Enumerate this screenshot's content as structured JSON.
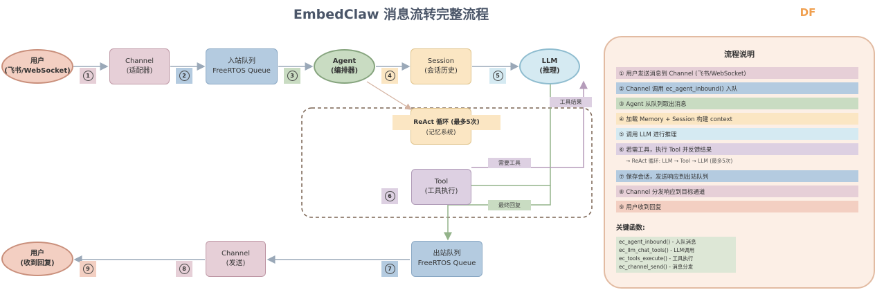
{
  "title": "EmbedClaw 消息流转完整流程",
  "logo": "DF",
  "nodes": {
    "user_in": [
      "用户",
      "(飞书/WebSocket)"
    ],
    "channel_in": [
      "Channel",
      "(适配器)"
    ],
    "inbound_queue": [
      "入站队列",
      "FreeRTOS Queue"
    ],
    "agent": [
      "Agent",
      "(编排器)"
    ],
    "session": [
      "Session",
      "(会话历史)"
    ],
    "llm": [
      "LLM",
      "(推理)"
    ],
    "tool": [
      "Tool",
      "(工具执行)"
    ],
    "outbound_queue": [
      "出站队列",
      "FreeRTOS Queue"
    ],
    "channel_out": [
      "Channel",
      "(发送)"
    ],
    "user_out": [
      "用户",
      "(收到回复)"
    ]
  },
  "react_box": [
    "ReAct 循环 (最多5次)",
    "(记忆系统)"
  ],
  "badges": [
    "1",
    "2",
    "3",
    "4",
    "5",
    "6",
    "7",
    "8",
    "9"
  ],
  "edge_labels": {
    "tool_result": "工具结果",
    "need_tool": "需要工具",
    "final_reply": "最终回复"
  },
  "panel": {
    "title": "流程说明",
    "steps": [
      "① 用户发送消息到 Channel (飞书/WebSocket)",
      "② Channel 调用 ec_agent_inbound() 入队",
      "③ Agent 从队列取出消息",
      "④ 加载 Memory + Session 构建 context",
      "⑤ 调用 LLM 进行推理",
      "⑥ 若需工具，执行 Tool 并反馈结果",
      "⑦ 保存会话，发送响应到出站队列",
      "⑧ Channel 分发响应到目标通道",
      "⑨ 用户收到回复"
    ],
    "substep": "→ ReAct 循环: LLM → Tool → LLM (最多5次)",
    "key_title": "关键函数:",
    "key_functions": [
      "ec_agent_inbound() - 入队消息",
      "ec_llm_chat_tools() - LLM调用",
      "ec_tools_execute() - 工具执行",
      "ec_channel_send() - 消息分发"
    ]
  },
  "colors": {
    "pink_fill": "#e6cfd7",
    "pink_border": "#bf98a6",
    "blue_fill": "#b4cbe0",
    "blue_border": "#8aa8c4",
    "green_fill": "#c9dcc2",
    "green_border": "#86a47e",
    "yellow_fill": "#fbe6c3",
    "yellow_border": "#e0c48c",
    "lightblue_fill": "#d5eaf2",
    "lightblue_border": "#8ebccf",
    "purple_fill": "#ddd0e2",
    "purple_border": "#b09bb8",
    "salmon_fill": "#f3cfc2",
    "salmon_border": "#c98f7b",
    "arrow": "#9aa8b8",
    "green_arrow": "#93b38a",
    "purple_arrow": "#b59cba"
  }
}
